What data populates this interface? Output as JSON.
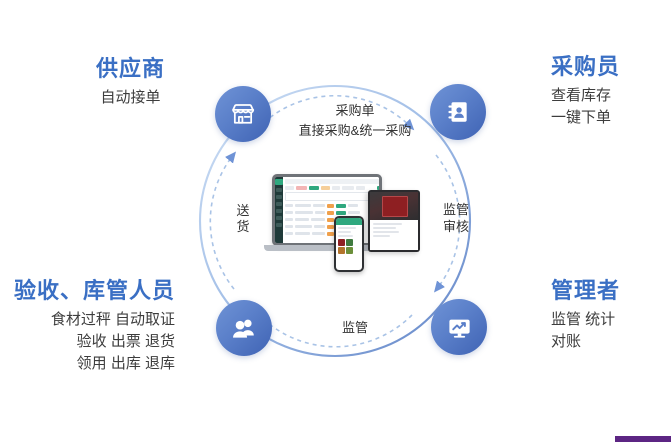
{
  "diagram": {
    "title_roles": {
      "supplier": {
        "heading": "供应商",
        "lines": [
          "自动接单"
        ]
      },
      "buyer": {
        "heading": "采购员",
        "lines": [
          "查看库存",
          "一键下单"
        ]
      },
      "receiver": {
        "heading": "验收、库管人员",
        "lines": [
          "食材过秤 自动取证",
          "验收 出票 退货",
          "领用 出库 退库"
        ]
      },
      "manager": {
        "heading": "管理者",
        "lines": [
          "监管 统计",
          "对账"
        ]
      }
    },
    "flows": {
      "top": {
        "line1": "采购单",
        "line2": "直接采购&统一采购"
      },
      "right": {
        "line1": "监管",
        "line2": "审核"
      },
      "bottom": {
        "line1": "监管"
      },
      "left": {
        "line1": "送货"
      }
    },
    "nodes": {
      "supplier_icon": "storefront-icon",
      "buyer_icon": "contact-book-icon",
      "manager_icon": "monitor-chart-icon",
      "staff_icon": "users-icon"
    },
    "colors": {
      "heading": "#3a6fc4",
      "body_text": "#3d3d3d",
      "ring": "#b9cdea",
      "arrow": "#6f93d6",
      "node_gradient_start": "#6f93d6",
      "node_gradient_end": "#3f63b4",
      "accent_bar": "#5c2583",
      "app_green": "#2fa87f",
      "app_orange": "#f0a04b"
    }
  }
}
